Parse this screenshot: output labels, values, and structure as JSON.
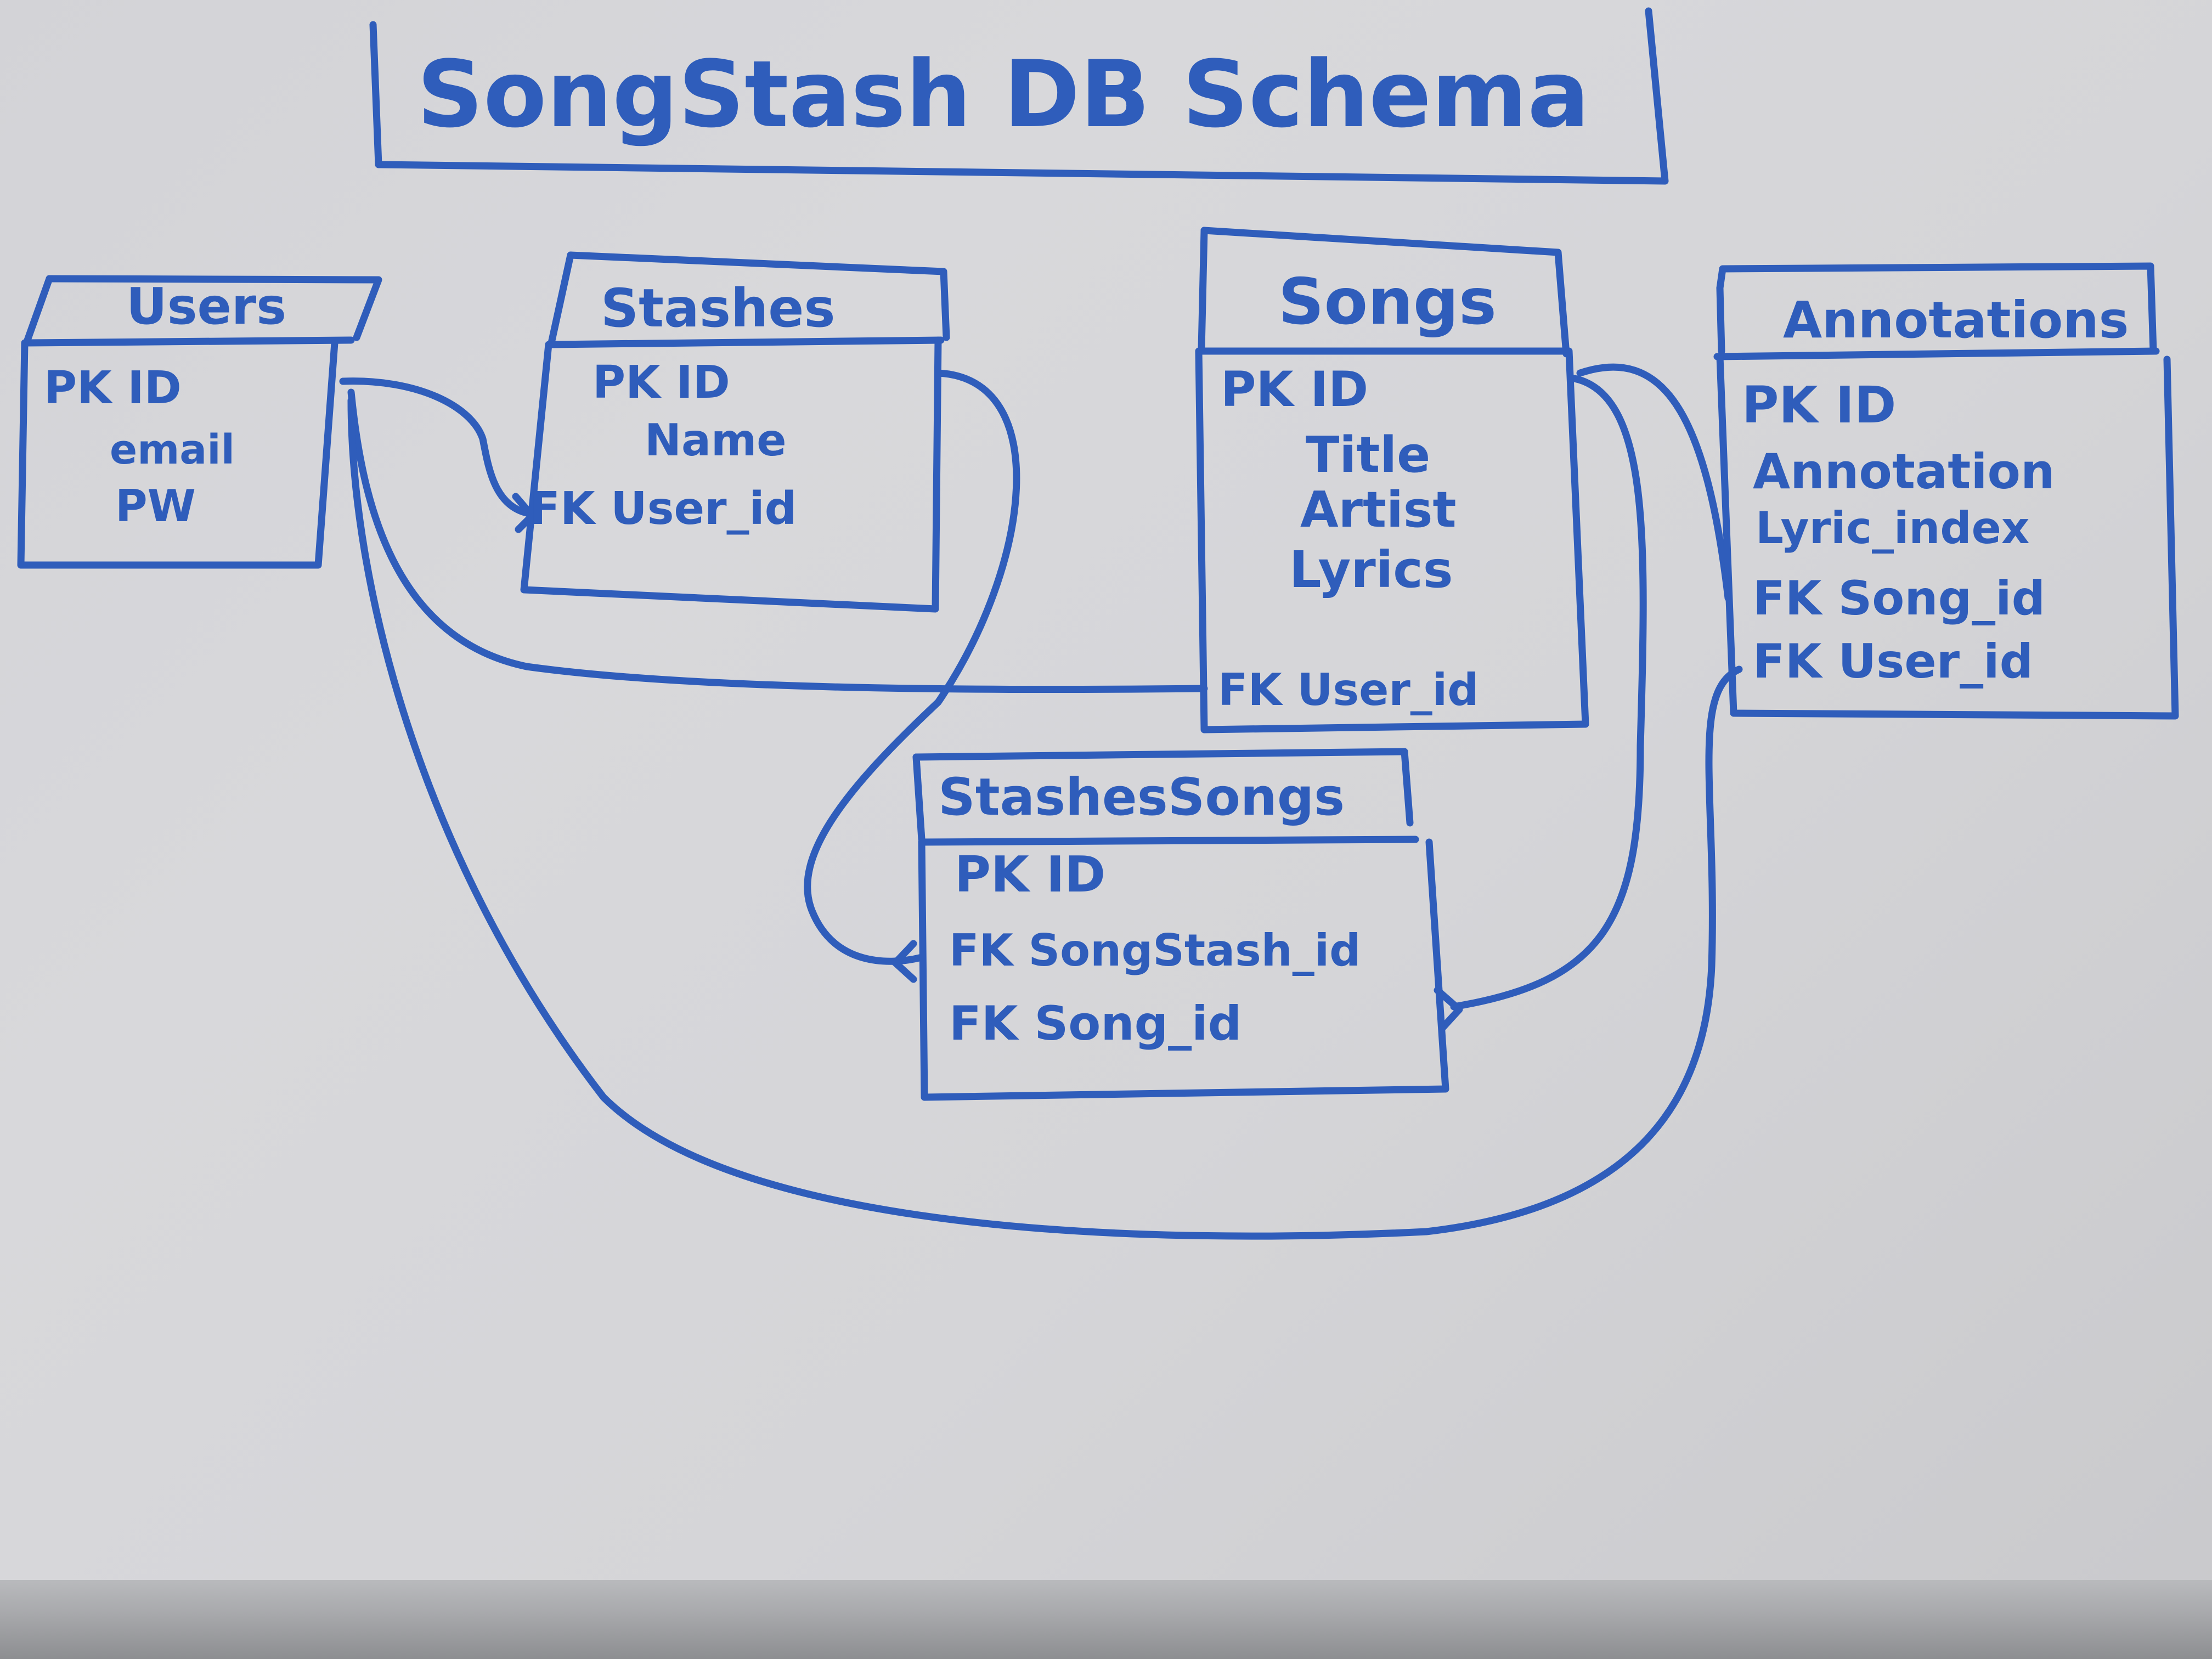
{
  "title": "SongStash DB Schema",
  "colors": {
    "ink": "#2f5dbb",
    "board": "#d6d6d9"
  },
  "tables": {
    "users": {
      "name": "Users",
      "fields": [
        "PK ID",
        "email",
        "PW"
      ]
    },
    "stashes": {
      "name": "Stashes",
      "fields": [
        "PK ID",
        "Name",
        "FK User_id"
      ]
    },
    "songs": {
      "name": "Songs",
      "fields": [
        "PK ID",
        "Title",
        "Artist",
        "Lyrics",
        "FK User_id"
      ]
    },
    "annotations": {
      "name": "Annotations",
      "fields": [
        "PK ID",
        "Annotation",
        "Lyric_index",
        "FK Song_id",
        "FK User_id"
      ]
    },
    "stashes_songs": {
      "name": "StashesSongs",
      "fields": [
        "PK ID",
        "FK SongStash_id",
        "FK Song_id"
      ]
    }
  }
}
